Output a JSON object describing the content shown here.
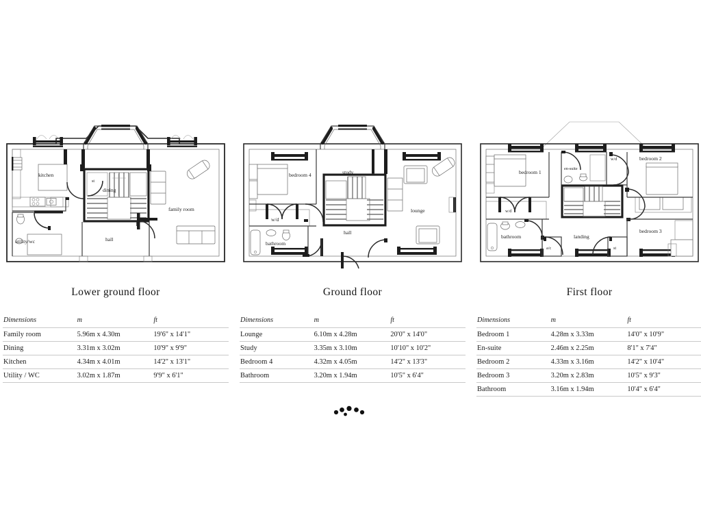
{
  "document": {
    "type": "floor-plan-sheet",
    "background_color": "#ffffff",
    "ink_color": "#1d1d1d"
  },
  "logo": {
    "name": "dot-arc-logo",
    "dot_count": 6
  },
  "floors": [
    {
      "id": "lower-ground",
      "title": "Lower ground floor",
      "rooms": [
        {
          "key": "kitchen",
          "label": "kitchen"
        },
        {
          "key": "dining",
          "label": "dining"
        },
        {
          "key": "family-room",
          "label": "family room"
        },
        {
          "key": "hall",
          "label": "hall"
        },
        {
          "key": "utility-wc",
          "label": "utility/wc"
        },
        {
          "key": "store",
          "label": "st"
        }
      ],
      "table": {
        "headers": {
          "room": "Dimensions",
          "metric": "m",
          "imperial": "ft"
        },
        "rows": [
          {
            "room": "Family room",
            "m": "5.96m x 4.30m",
            "ft": "19'6\" x 14'1\""
          },
          {
            "room": "Dining",
            "m": "3.31m x 3.02m",
            "ft": "10'9\" x 9'9\""
          },
          {
            "room": "Kitchen",
            "m": "4.34m x 4.01m",
            "ft": "14'2\" x 13'1\""
          },
          {
            "room": "Utility / WC",
            "m": "3.02m x 1.87m",
            "ft": "9'9\" x 6'1\""
          }
        ]
      }
    },
    {
      "id": "ground",
      "title": "Ground floor",
      "rooms": [
        {
          "key": "bedroom-4",
          "label": "bedroom 4"
        },
        {
          "key": "study",
          "label": "study"
        },
        {
          "key": "lounge",
          "label": "lounge"
        },
        {
          "key": "hall",
          "label": "hall"
        },
        {
          "key": "bathroom",
          "label": "bathroom"
        },
        {
          "key": "wd",
          "label": "w/d"
        }
      ],
      "table": {
        "headers": {
          "room": "Dimensions",
          "metric": "m",
          "imperial": "ft"
        },
        "rows": [
          {
            "room": "Lounge",
            "m": "6.10m x 4.28m",
            "ft": "20'0\" x 14'0\""
          },
          {
            "room": "Study",
            "m": "3.35m x 3.10m",
            "ft": "10'10\" x 10'2\""
          },
          {
            "room": "Bedroom 4",
            "m": "4.32m x 4.05m",
            "ft": "14'2\" x 13'3\""
          },
          {
            "room": "Bathroom",
            "m": "3.20m x 1.94m",
            "ft": "10'5\" x 6'4\""
          }
        ]
      }
    },
    {
      "id": "first",
      "title": "First floor",
      "rooms": [
        {
          "key": "bedroom-1",
          "label": "bedroom 1"
        },
        {
          "key": "bedroom-2",
          "label": "bedroom 2"
        },
        {
          "key": "bedroom-3",
          "label": "bedroom 3"
        },
        {
          "key": "en-suite",
          "label": "en-suite"
        },
        {
          "key": "bathroom",
          "label": "bathroom"
        },
        {
          "key": "landing",
          "label": "landing"
        },
        {
          "key": "wd-left",
          "label": "w/d"
        },
        {
          "key": "wd-right",
          "label": "w/d"
        },
        {
          "key": "ac",
          "label": "a/c"
        },
        {
          "key": "store",
          "label": "st"
        }
      ],
      "table": {
        "headers": {
          "room": "Dimensions",
          "metric": "m",
          "imperial": "ft"
        },
        "rows": [
          {
            "room": "Bedroom 1",
            "m": "4.28m x 3.33m",
            "ft": "14'0\" x 10'9\""
          },
          {
            "room": "En-suite",
            "m": "2.46m x 2.25m",
            "ft": "8'1\" x 7'4\""
          },
          {
            "room": "Bedroom 2",
            "m": "4.33m x 3.16m",
            "ft": "14'2\" x 10'4\""
          },
          {
            "room": "Bedroom 3",
            "m": "3.20m x 2.83m",
            "ft": "10'5\" x 9'3\""
          },
          {
            "room": "Bathroom",
            "m": "3.16m x 1.94m",
            "ft": "10'4\" x 6'4\""
          }
        ]
      }
    }
  ]
}
